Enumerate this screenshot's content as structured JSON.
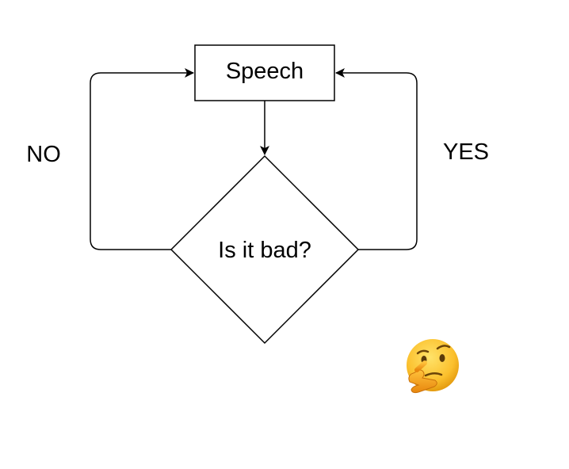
{
  "diagram": {
    "nodes": {
      "process": {
        "label": "Speech"
      },
      "decision": {
        "label": "Is it bad?"
      }
    },
    "edges": {
      "no_branch": {
        "label": "NO"
      },
      "yes_branch": {
        "label": "YES"
      }
    },
    "decoration": {
      "emoji": "🤔",
      "emoji_name": "thinking-face"
    },
    "colors": {
      "stroke": "#000000",
      "background": "#ffffff"
    }
  }
}
